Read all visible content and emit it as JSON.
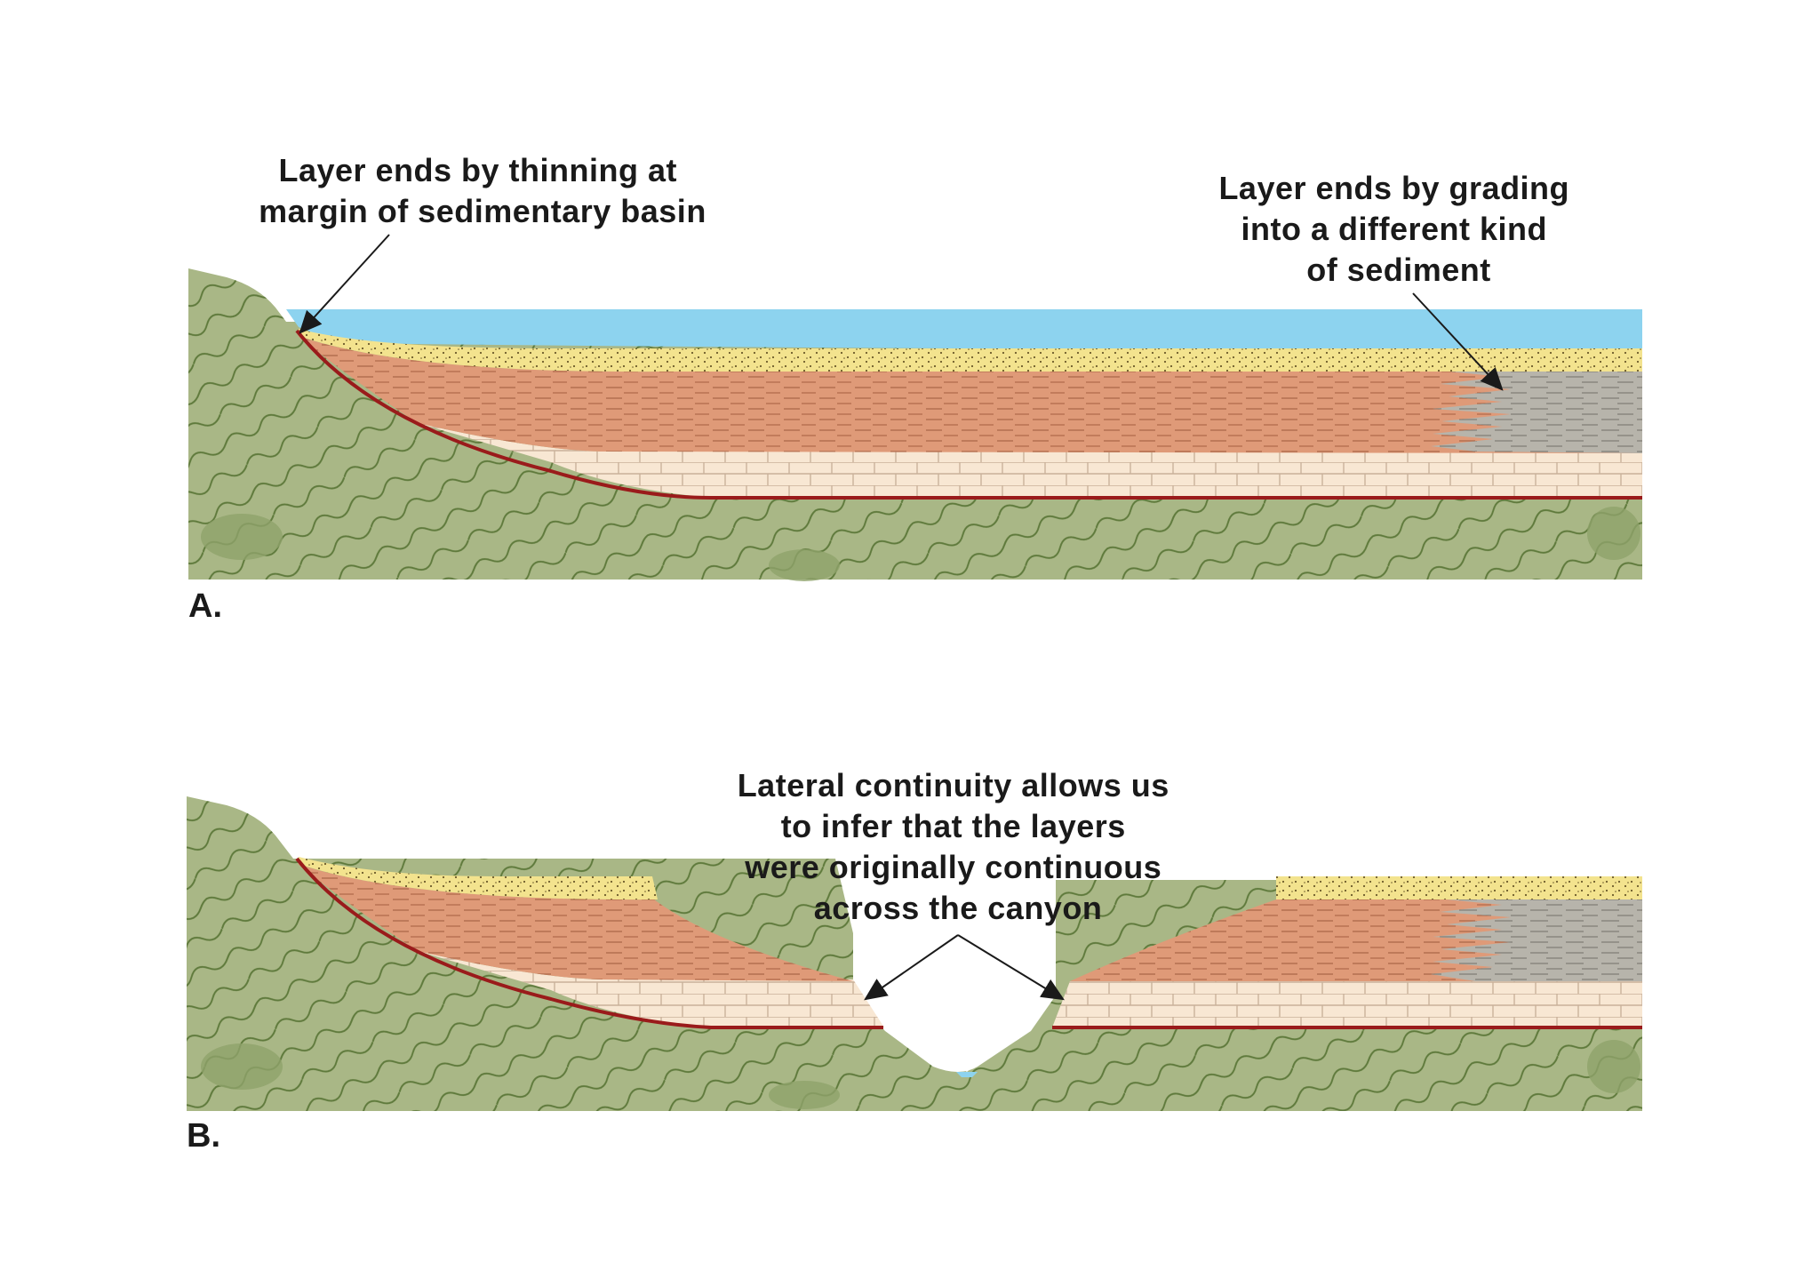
{
  "panels": [
    {
      "label": "A.",
      "callouts": [
        {
          "lines": [
            "Layer ends by thinning at",
            "margin of sedimentary basin"
          ]
        },
        {
          "lines": [
            "Layer ends by grading",
            "into a different kind",
            "of sediment"
          ]
        }
      ]
    },
    {
      "label": "B.",
      "callouts": [
        {
          "lines": [
            "Lateral continuity allows us",
            "to infer that the layers",
            "were originally continuous",
            "across the canyon"
          ]
        }
      ]
    }
  ],
  "colors": {
    "bedrock": "#a9b786",
    "bedrock_line": "#5f7a3c",
    "bedrock_patch": "#8ea36a",
    "water": "#8dd3ef",
    "sand": "#f3e38e",
    "shale": "#df9a78",
    "grey_sediment": "#b7b4ab",
    "limestone": "#f8e7d3",
    "unconformity": "#9a1b1b"
  }
}
